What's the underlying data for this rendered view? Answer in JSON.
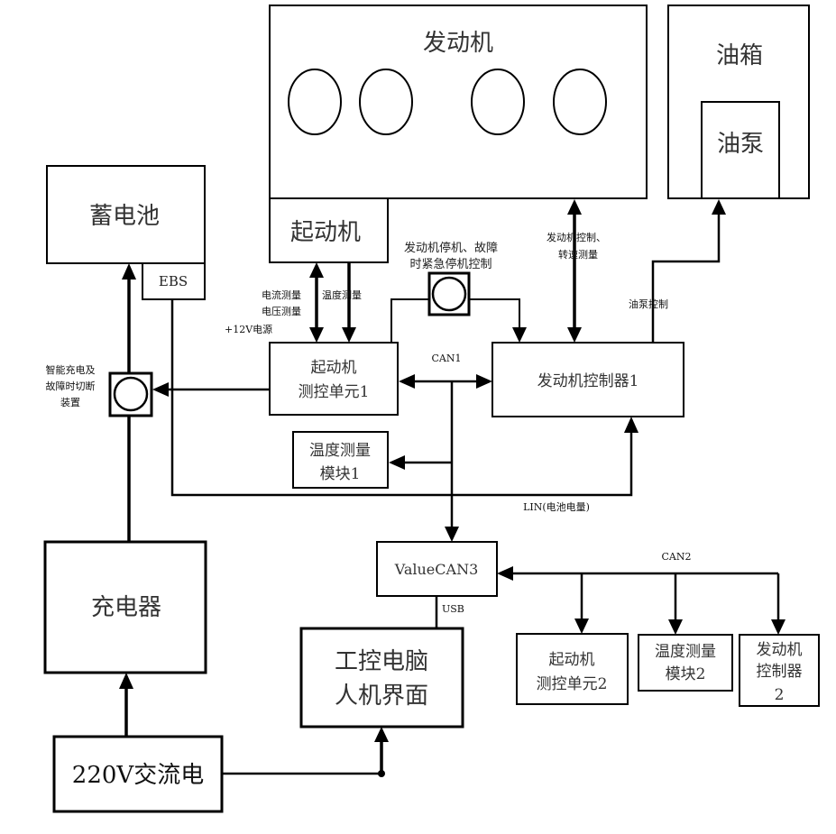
{
  "diagram": {
    "blocks": {
      "engine": "发动机",
      "fuel_tank": "油箱",
      "fuel_pump": "油泵",
      "battery": "蓄电池",
      "ebs": "EBS",
      "starter": "起动机",
      "starter_unit_1": [
        "起动机",
        "测控单元1"
      ],
      "temp_module_1": [
        "温度测量",
        "模块1"
      ],
      "engine_controller_1": "发动机控制器1",
      "valuecan3": "ValueCAN3",
      "charger": "充电器",
      "pc_hmi": [
        "工控电脑",
        "人机界面"
      ],
      "ac_220v": "220V交流电",
      "starter_unit_2": [
        "起动机",
        "测控单元2"
      ],
      "temp_module_2": [
        "温度测量",
        "模块2"
      ],
      "engine_controller_2": [
        "发动机",
        "控制器",
        "2"
      ]
    },
    "labels": {
      "current_measure": "电流测量",
      "voltage_measure": "电压测量",
      "power_12v": "+12V电源",
      "temp_measure": "温度测量",
      "emergency_stop": [
        "发动机停机、故障",
        "时紧急停机控制"
      ],
      "engine_control": [
        "发动机控制、",
        "转速测量"
      ],
      "pump_control": "油泵控制",
      "smart_charge": [
        "智能充电及",
        "故障时切断",
        "装置"
      ],
      "can1": "CAN1",
      "can2": "CAN2",
      "lin": "LIN(电池电量)",
      "usb": "USB"
    },
    "cylinder_count": 4
  }
}
